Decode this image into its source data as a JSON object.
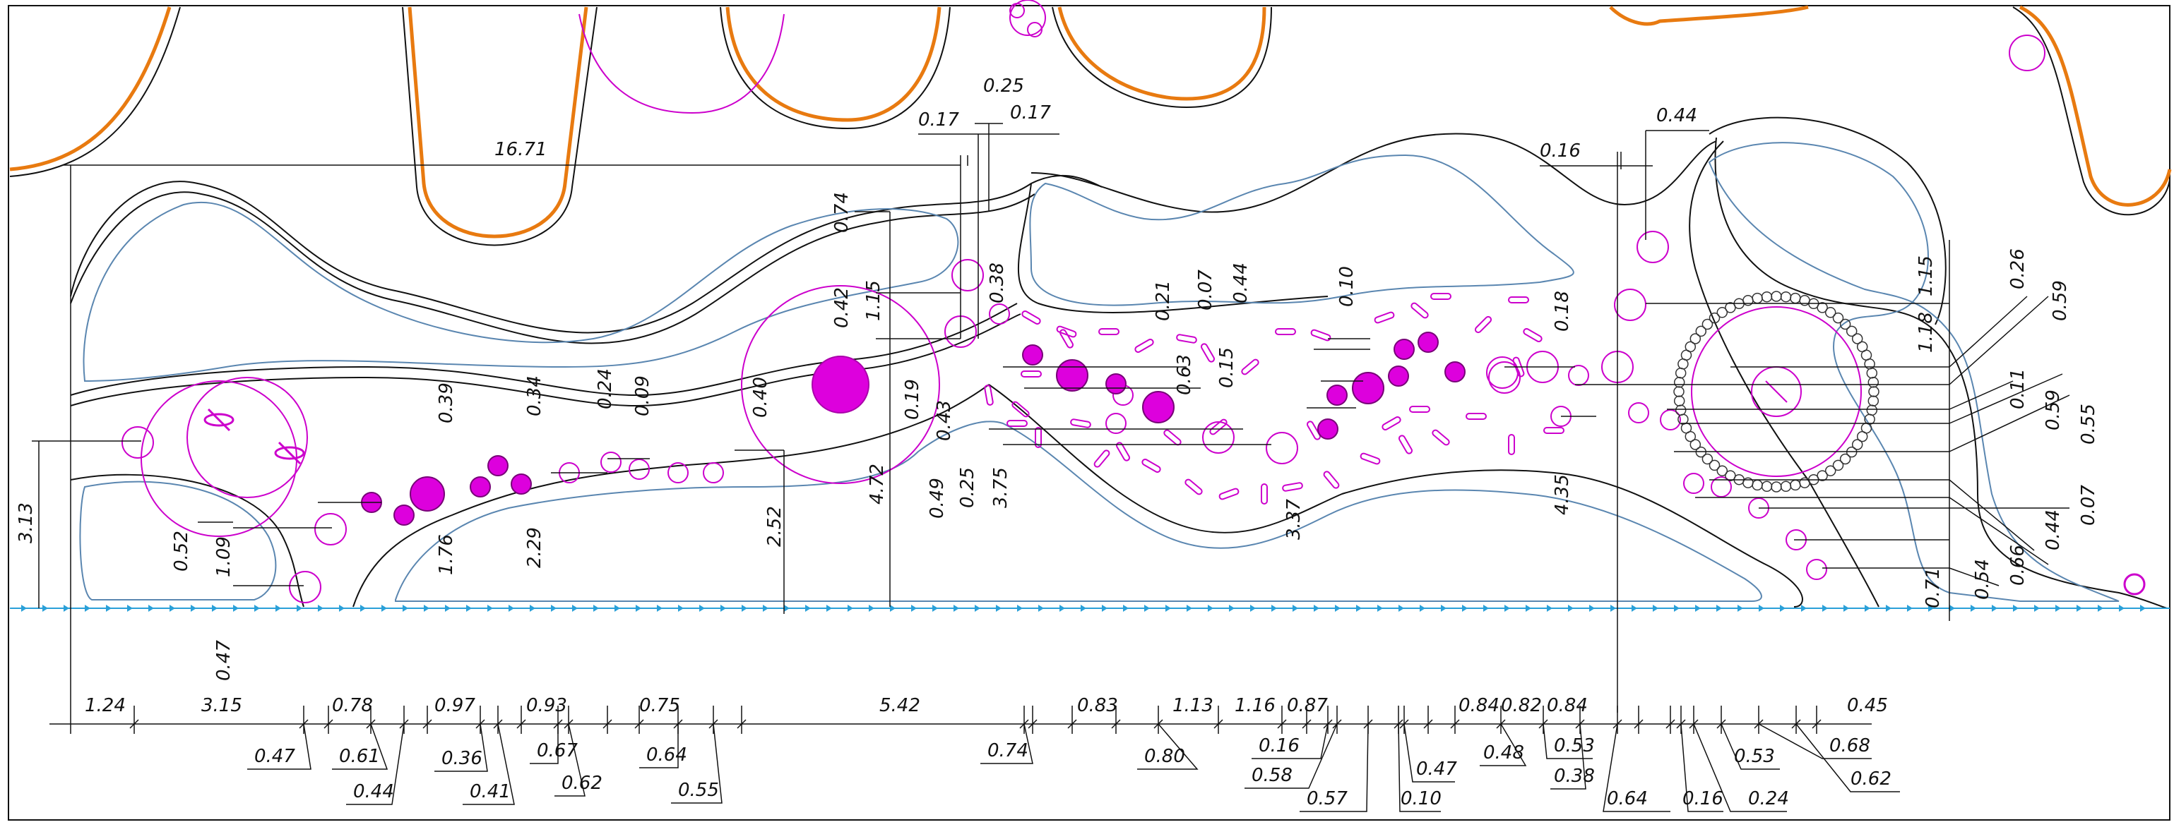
{
  "drawing": {
    "colors": {
      "outline": "#111111",
      "pavement_edge": "#e87a10",
      "plant": "#cc00cc",
      "plant_fill": "#dd00dd",
      "irrigation_line": "#2aa0d8",
      "inner_edge": "#5a86b0"
    },
    "dimensions": {
      "top_span": "16.71",
      "top_a": "0.17",
      "top_b": "0.25",
      "top_c": "0.17",
      "top_d": "0.16",
      "top_e": "0.44",
      "v_left_313": "3.13",
      "v_052": "0.52",
      "v_109": "1.09",
      "v_047": "0.47",
      "v_039": "0.39",
      "v_176": "1.76",
      "v_034": "0.34",
      "v_229": "2.29",
      "v_024": "0.24",
      "v_009": "0.09",
      "v_040": "0.40",
      "v_252": "2.52",
      "v_074": "0.74",
      "v_042": "0.42",
      "v_115a": "1.15",
      "v_038": "0.38",
      "v_019": "0.19",
      "v_472": "4.72",
      "v_043": "0.43",
      "v_049": "0.49",
      "v_025": "0.25",
      "v_375": "3.75",
      "v_021": "0.21",
      "v_007a": "0.07",
      "v_044a": "0.44",
      "v_063": "0.63",
      "v_015": "0.15",
      "v_010a": "0.10",
      "v_337": "3.37",
      "v_018": "0.18",
      "v_435": "4.35",
      "v_115b": "1.15",
      "v_118": "1.18",
      "v_026": "0.26",
      "v_059a": "0.59",
      "v_011": "0.11",
      "v_059b": "0.59",
      "v_055a": "0.55",
      "v_007b": "0.07",
      "v_044b": "0.44",
      "v_066": "0.66",
      "v_054": "0.54",
      "v_071": "0.71",
      "b_124": "1.24",
      "b_315": "3.15",
      "b_078": "0.78",
      "b_097": "0.97",
      "b_093": "0.93",
      "b_075": "0.75",
      "b_542": "5.42",
      "b_083": "0.83",
      "b_113": "1.13",
      "b_116": "1.16",
      "b_087": "0.87",
      "b_084a": "0.84",
      "b_082": "0.82",
      "b_084b": "0.84",
      "b_045": "0.45",
      "l_047": "0.47",
      "l_061": "0.61",
      "l_044": "0.44",
      "l_036": "0.36",
      "l_041": "0.41",
      "l_067": "0.67",
      "l_062a": "0.62",
      "l_064": "0.64",
      "l_055": "0.55",
      "l_074": "0.74",
      "l_080": "0.80",
      "l_016a": "0.16",
      "l_058": "0.58",
      "l_057": "0.57",
      "l_010": "0.10",
      "l_047b": "0.47",
      "l_048": "0.48",
      "l_053a": "0.53",
      "l_038": "0.38",
      "l_064b": "0.64",
      "l_016b": "0.16",
      "l_024": "0.24",
      "l_053b": "0.53",
      "l_068": "0.68",
      "l_062b": "0.62"
    }
  }
}
